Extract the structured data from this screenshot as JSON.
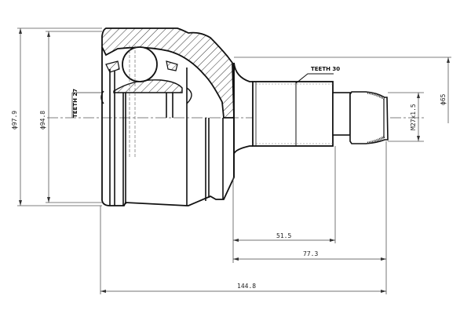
{
  "diagram": {
    "title": "CV Joint Technical Drawing",
    "colors": {
      "outline": "#111111",
      "dimension": "#555555",
      "hatch": "#333333",
      "background": "#ffffff"
    },
    "annotations": {
      "teeth_outer": "TEETH 30",
      "teeth_inner": "TEETH 27"
    },
    "dimensions": {
      "outer_diameter": "ϕ97.9",
      "body_diameter": "ϕ94.8",
      "seal_diameter": "ϕ65",
      "thread": "M27x1.5",
      "shaft_length": "51.5",
      "stub_length": "77.3",
      "overall_length": "144.8"
    }
  }
}
